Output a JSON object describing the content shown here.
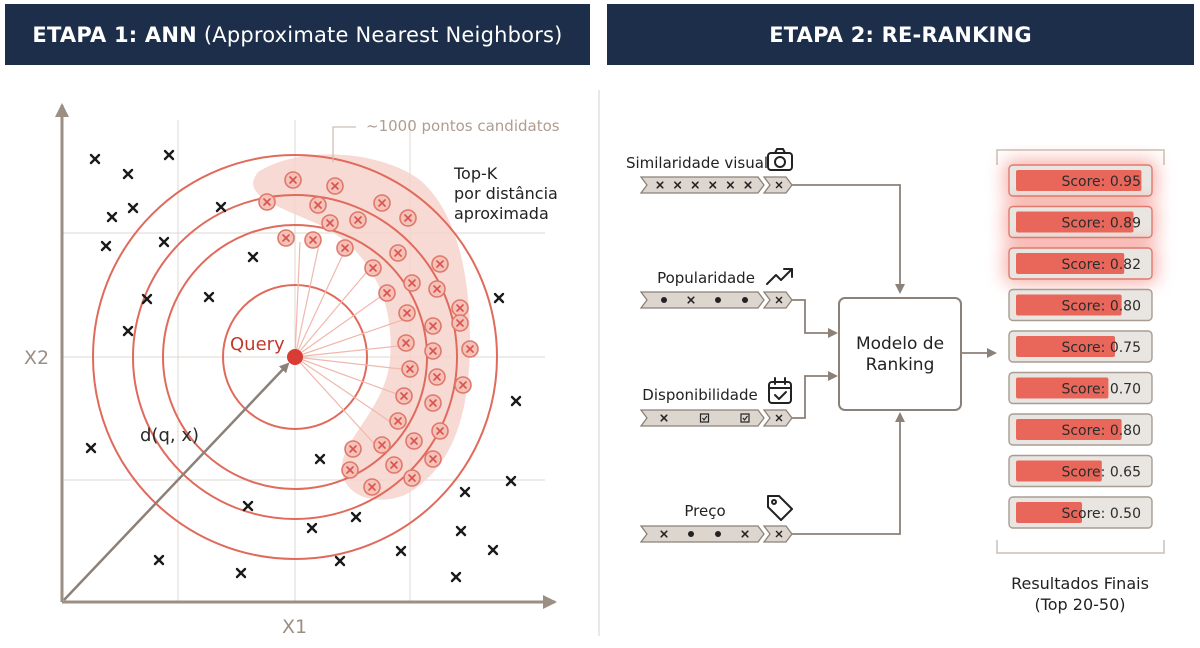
{
  "left_panel": {
    "header_bold": "ETAPA 1: ANN",
    "header_light": "(Approximate Nearest Neighbors)",
    "candidates_label": "~1000 pontos candidatos",
    "topk_lines": [
      "Top-K",
      "por distância",
      "aproximada"
    ],
    "query_label": "Query",
    "distance_label": "d(q, x)",
    "x_axis_label": "X1",
    "y_axis_label": "X2"
  },
  "right_panel": {
    "header": "ETAPA 2: RE-RANKING",
    "features": [
      {
        "label": "Similaridade visual",
        "icon": "camera-icon",
        "strip": [
          "x",
          "x",
          "x",
          "x",
          "x",
          "x"
        ]
      },
      {
        "label": "Popularidade",
        "icon": "trending-up-icon",
        "strip": [
          "dot",
          "x",
          "dot",
          "dot"
        ]
      },
      {
        "label": "Disponibilidade",
        "icon": "calendar-check-icon",
        "strip": [
          "x",
          "cal",
          "cal"
        ]
      },
      {
        "label": "Preço",
        "icon": "price-tag-icon",
        "strip": [
          "x",
          "dot",
          "dot",
          "x"
        ]
      }
    ],
    "model_lines": [
      "Modelo de",
      "Ranking"
    ],
    "scores": [
      {
        "label": "Score: 0.95",
        "value": 0.95,
        "highlight": true
      },
      {
        "label": "Score: 0.89",
        "value": 0.89,
        "highlight": true
      },
      {
        "label": "Score: 0.82",
        "value": 0.82,
        "highlight": true
      },
      {
        "label": "Score: 0.80",
        "value": 0.8,
        "highlight": false
      },
      {
        "label": "Score: 0.75",
        "value": 0.75,
        "highlight": false
      },
      {
        "label": "Score: 0.70",
        "value": 0.7,
        "highlight": false
      },
      {
        "label": "Score: 0.80",
        "value": 0.8,
        "highlight": false
      },
      {
        "label": "Score: 0.65",
        "value": 0.65,
        "highlight": false
      },
      {
        "label": "Score: 0.50",
        "value": 0.5,
        "highlight": false
      }
    ],
    "results_lines": [
      "Resultados Finais",
      "(Top 20-50)"
    ]
  },
  "colors": {
    "header_bg": "#1d2e4a",
    "accent_red": "#d9534f",
    "circle_red": "#e06a5c",
    "band_fill": "#f7d4cc",
    "axis_gray": "#9b8f84",
    "arrow_gray": "#8c8178"
  }
}
